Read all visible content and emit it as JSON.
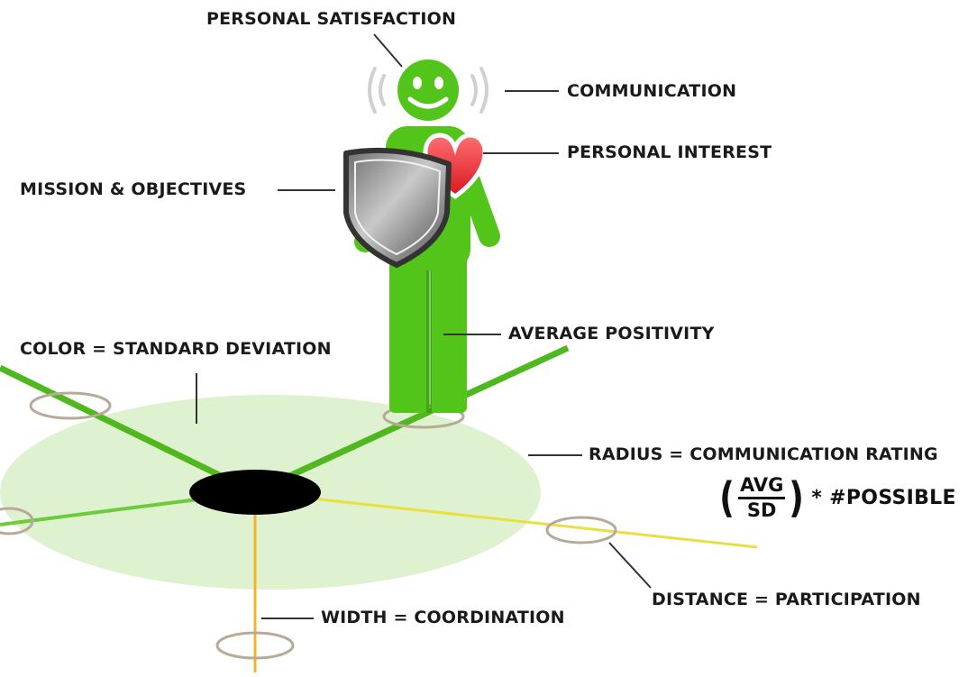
{
  "labels": {
    "personal_satisfaction": "PERSONAL SATISFACTION",
    "communication": "COMMUNICATION",
    "personal_interest": "PERSONAL INTEREST",
    "mission_objectives": "MISSION & OBJECTIVES",
    "average_positivity": "AVERAGE POSITIVITY",
    "color_std_dev": "COLOR = STANDARD DEVIATION",
    "radius_comm_rating": "RADIUS = COMMUNICATION RATING",
    "distance_participation": "DISTANCE = PARTICIPATION",
    "width_coordination": "WIDTH = COORDINATION"
  },
  "formula": {
    "open_paren": "(",
    "numerator": "AVG",
    "denominator": "SD",
    "close_paren": ")",
    "tail": "* #POSSIBLE"
  },
  "colors": {
    "figure_green": "#52c41a",
    "disc_green": "#dff2d0",
    "connector_green": "#4fb81f",
    "connector_yellow": "#e8e043",
    "connector_orange": "#f2b52a",
    "heart_red": "#e8232b",
    "leader_line": "#333333",
    "node_ring": "#b7aa98"
  }
}
